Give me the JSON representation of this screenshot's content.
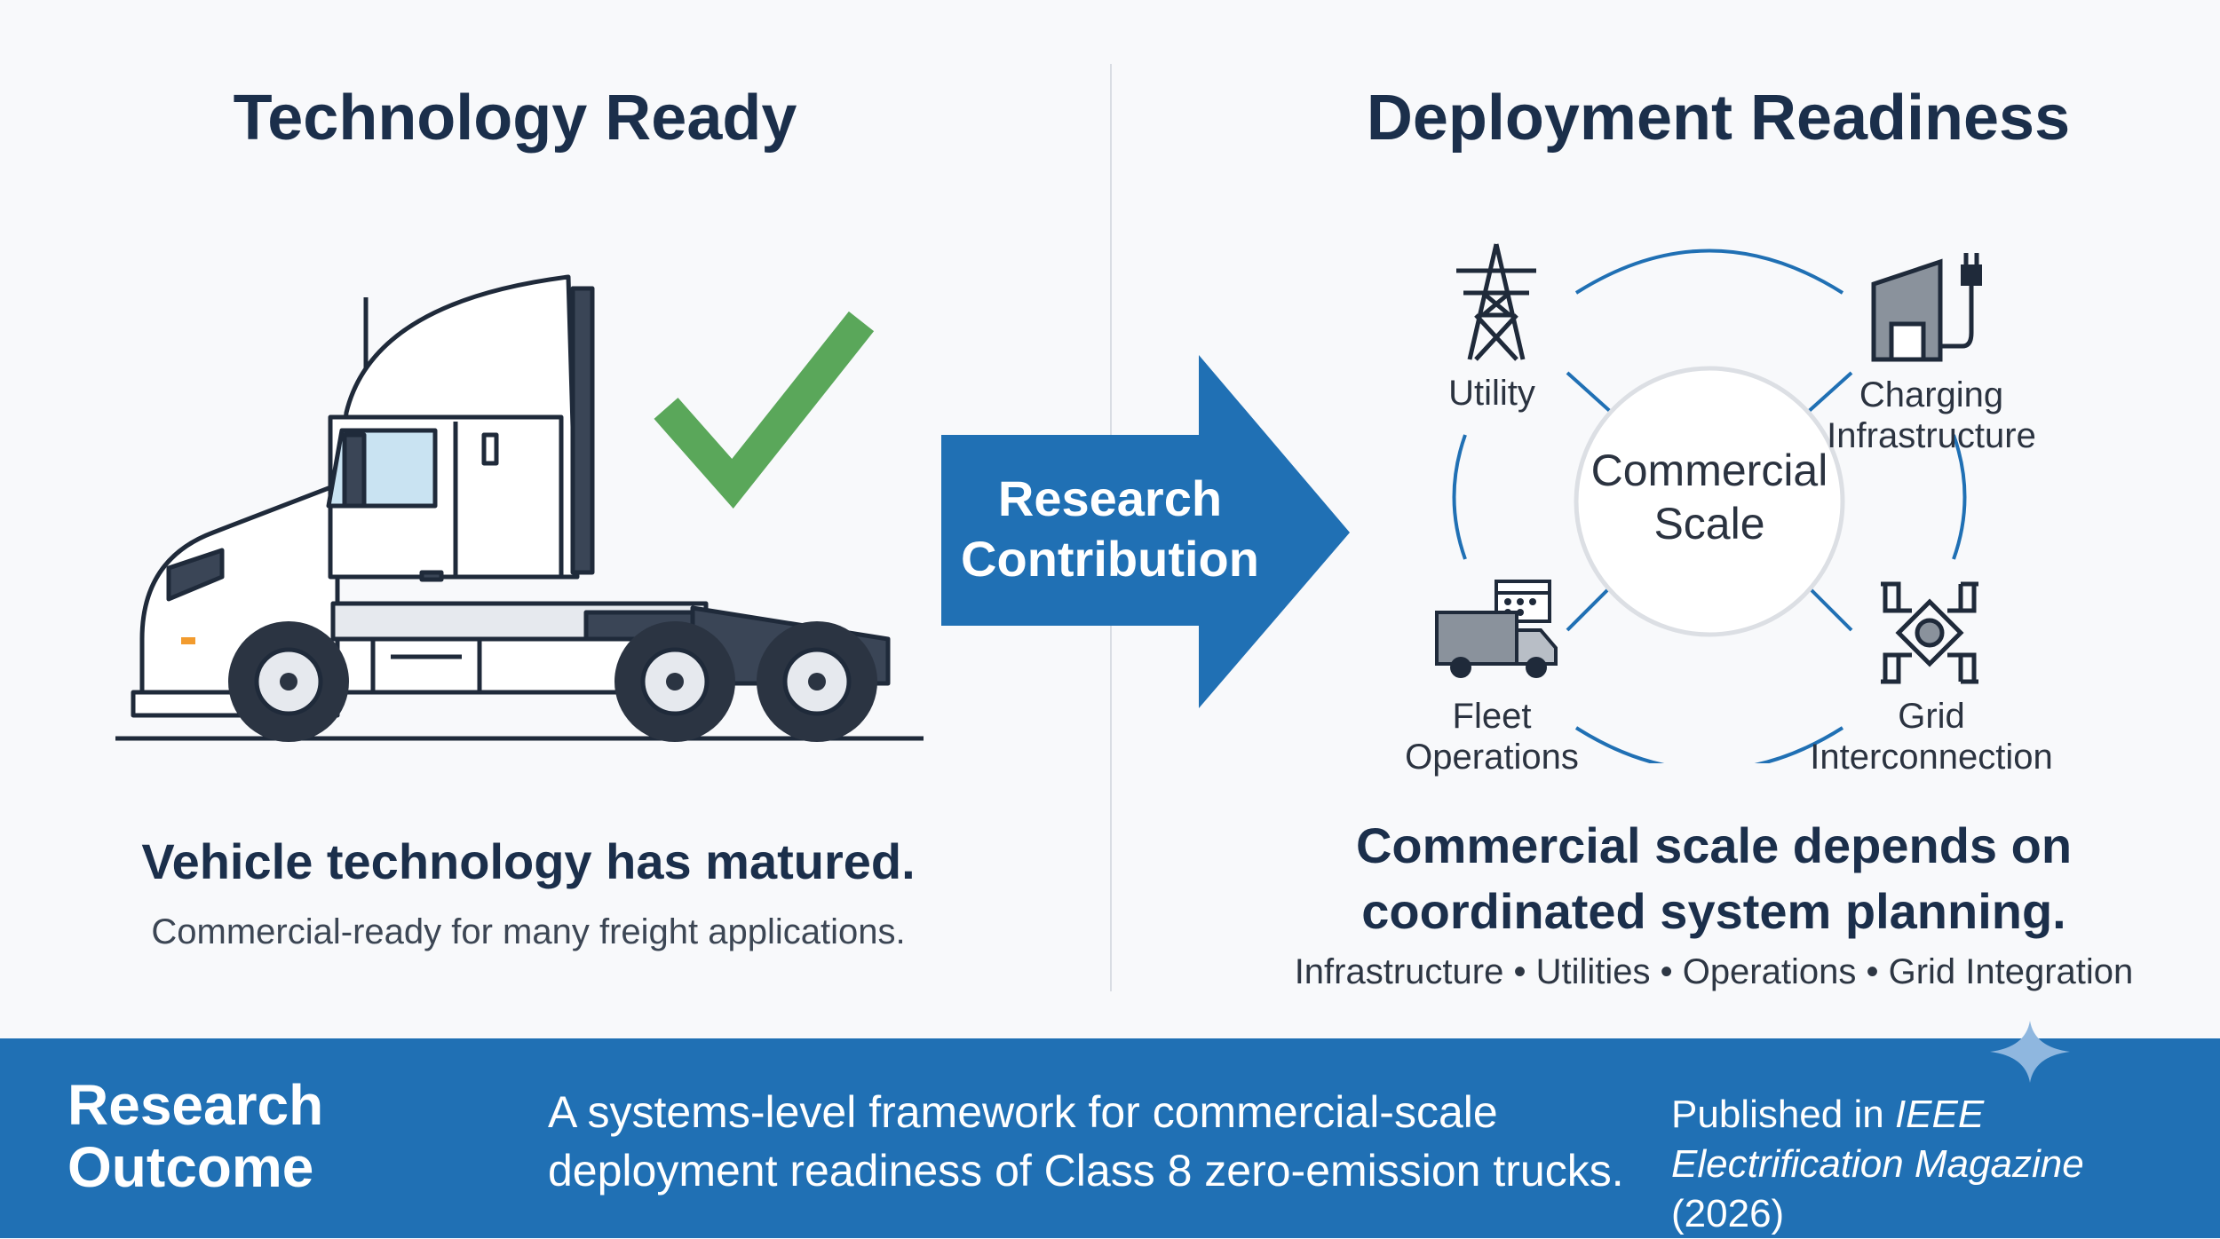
{
  "left": {
    "heading": "Technology Ready",
    "title": "Vehicle technology has matured.",
    "subtitle": "Commercial-ready for many freight applications."
  },
  "center": {
    "arrow_line1": "Research",
    "arrow_line2": "Contribution"
  },
  "right": {
    "heading": "Deployment Readiness",
    "center_line1": "Commercial",
    "center_line2": "Scale",
    "nodes": {
      "utility": "Utility",
      "charging_line1": "Charging",
      "charging_line2": "Infrastructure",
      "fleet_line1": "Fleet",
      "fleet_line2": "Operations",
      "grid_line1": "Grid",
      "grid_line2": "Interconnection"
    },
    "title_line1": "Commercial scale depends on",
    "title_line2": "coordinated system planning.",
    "subtitle": "Infrastructure • Utilities • Operations • Grid Integration"
  },
  "footer": {
    "heading_line1": "Research",
    "heading_line2": "Outcome",
    "body_line1": "A systems-level framework for commercial-scale",
    "body_line2": "deployment readiness of Class 8 zero-emission trucks.",
    "pub_prefix": "Published in ",
    "pub_journal_line1": "IEEE",
    "pub_journal_line2": "Electrification Magazine",
    "pub_year": " (2026)"
  },
  "colors": {
    "navy": "#1b2f4b",
    "accent_blue": "#2070b4",
    "check_green": "#5aa75a"
  }
}
